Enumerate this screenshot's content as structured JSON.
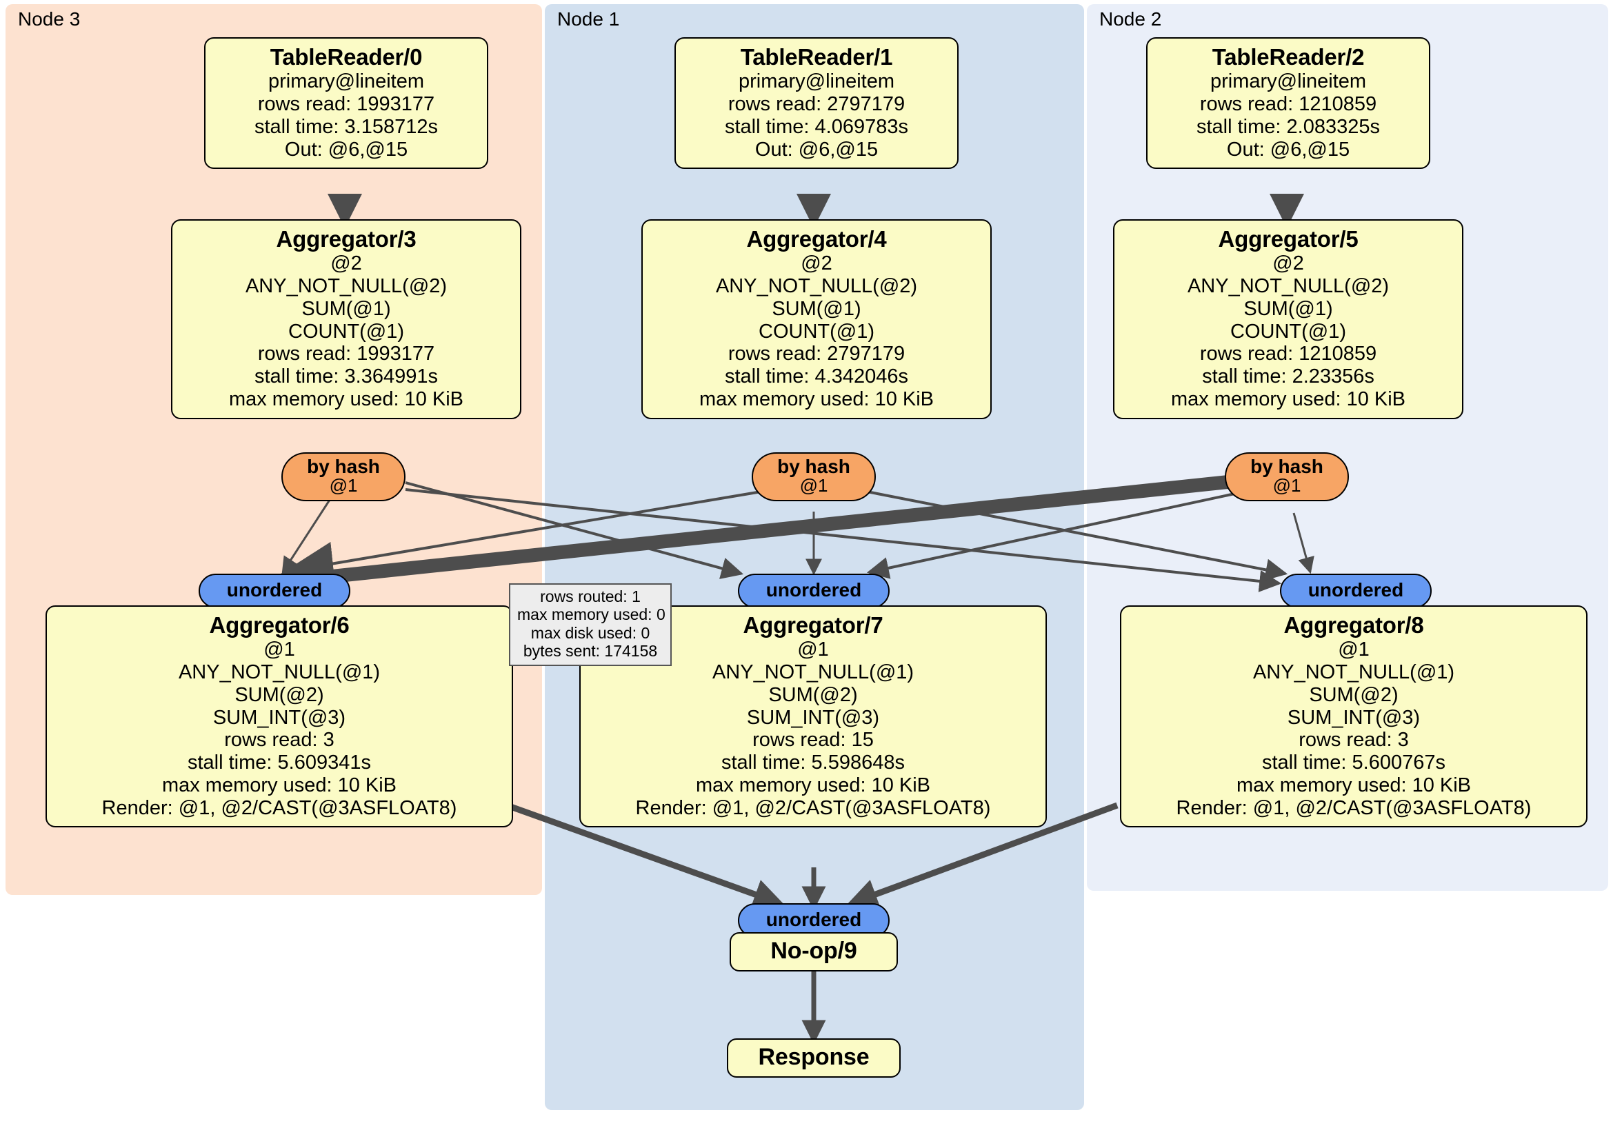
{
  "clusters": [
    {
      "id": "node3",
      "label": "Node 3",
      "color": "#FDE2D0"
    },
    {
      "id": "node1",
      "label": "Node 1",
      "color": "#D2E0EF"
    },
    {
      "id": "node2",
      "label": "Node 2",
      "color": "#EAEFF9"
    }
  ],
  "colors": {
    "node_fill": "#FBFBC6",
    "hash_fill": "#F7A565",
    "unordered_fill": "#6699F2",
    "edge": "#4D4D4D",
    "tooltip_fill": "#EDEDED"
  },
  "nodes": {
    "table_reader_0": {
      "title": "TableReader/0",
      "lines": [
        "primary@lineitem",
        "rows read: 1993177",
        "stall time: 3.158712s",
        "Out: @6,@15"
      ]
    },
    "table_reader_1": {
      "title": "TableReader/1",
      "lines": [
        "primary@lineitem",
        "rows read: 2797179",
        "stall time: 4.069783s",
        "Out: @6,@15"
      ]
    },
    "table_reader_2": {
      "title": "TableReader/2",
      "lines": [
        "primary@lineitem",
        "rows read: 1210859",
        "stall time: 2.083325s",
        "Out: @6,@15"
      ]
    },
    "aggregator_3": {
      "title": "Aggregator/3",
      "lines": [
        "@2",
        "ANY_NOT_NULL(@2)",
        "SUM(@1)",
        "COUNT(@1)",
        "rows read: 1993177",
        "stall time: 3.364991s",
        "max memory used: 10 KiB"
      ]
    },
    "aggregator_4": {
      "title": "Aggregator/4",
      "lines": [
        "@2",
        "ANY_NOT_NULL(@2)",
        "SUM(@1)",
        "COUNT(@1)",
        "rows read: 2797179",
        "stall time: 4.342046s",
        "max memory used: 10 KiB"
      ]
    },
    "aggregator_5": {
      "title": "Aggregator/5",
      "lines": [
        "@2",
        "ANY_NOT_NULL(@2)",
        "SUM(@1)",
        "COUNT(@1)",
        "rows read: 1210859",
        "stall time: 2.23356s",
        "max memory used: 10 KiB"
      ]
    },
    "aggregator_6": {
      "title": "Aggregator/6",
      "lines": [
        "@1",
        "ANY_NOT_NULL(@1)",
        "SUM(@2)",
        "SUM_INT(@3)",
        "rows read: 3",
        "stall time: 5.609341s",
        "max memory used: 10 KiB",
        "Render: @1, @2/CAST(@3ASFLOAT8)"
      ]
    },
    "aggregator_7": {
      "title": "Aggregator/7",
      "lines": [
        "@1",
        "ANY_NOT_NULL(@1)",
        "SUM(@2)",
        "SUM_INT(@3)",
        "rows read: 15",
        "stall time: 5.598648s",
        "max memory used: 10 KiB",
        "Render: @1, @2/CAST(@3ASFLOAT8)"
      ]
    },
    "aggregator_8": {
      "title": "Aggregator/8",
      "lines": [
        "@1",
        "ANY_NOT_NULL(@1)",
        "SUM(@2)",
        "SUM_INT(@3)",
        "rows read: 3",
        "stall time: 5.600767s",
        "max memory used: 10 KiB",
        "Render: @1, @2/CAST(@3ASFLOAT8)"
      ]
    },
    "noop_9": {
      "title": "No-op/9",
      "lines": []
    },
    "response": {
      "title": "Response",
      "lines": []
    }
  },
  "routers": {
    "hash_3": {
      "label": "by hash",
      "column": "@1"
    },
    "hash_4": {
      "label": "by hash",
      "column": "@1"
    },
    "hash_5": {
      "label": "by hash",
      "column": "@1"
    }
  },
  "receivers": {
    "unordered_6": {
      "label": "unordered"
    },
    "unordered_7": {
      "label": "unordered"
    },
    "unordered_8": {
      "label": "unordered"
    },
    "unordered_9": {
      "label": "unordered"
    }
  },
  "tooltip": {
    "lines": [
      "rows routed: 1",
      "max memory used: 0",
      "max disk used: 0",
      "bytes sent: 174158"
    ]
  }
}
